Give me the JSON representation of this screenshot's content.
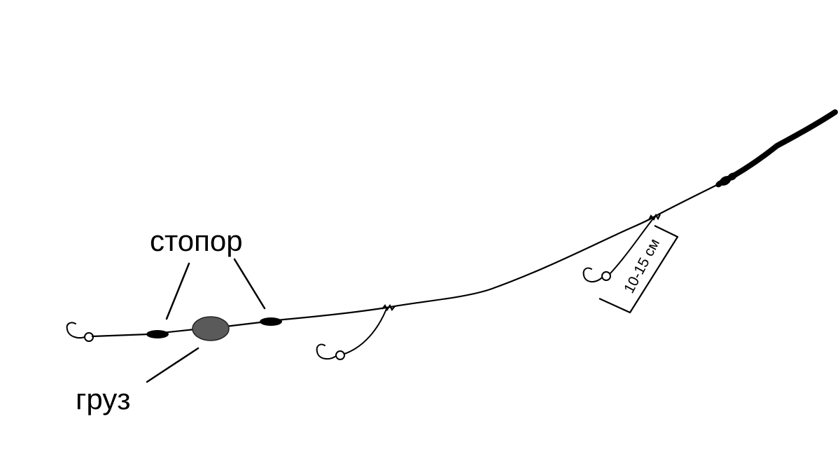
{
  "labels": {
    "stopper": "стопор",
    "sinker": "груз",
    "distance": "10-15 см"
  },
  "colors": {
    "line": "#000000",
    "sinker_fill": "#5a5a5a",
    "stopper_fill": "#000000",
    "background": "#ffffff"
  }
}
